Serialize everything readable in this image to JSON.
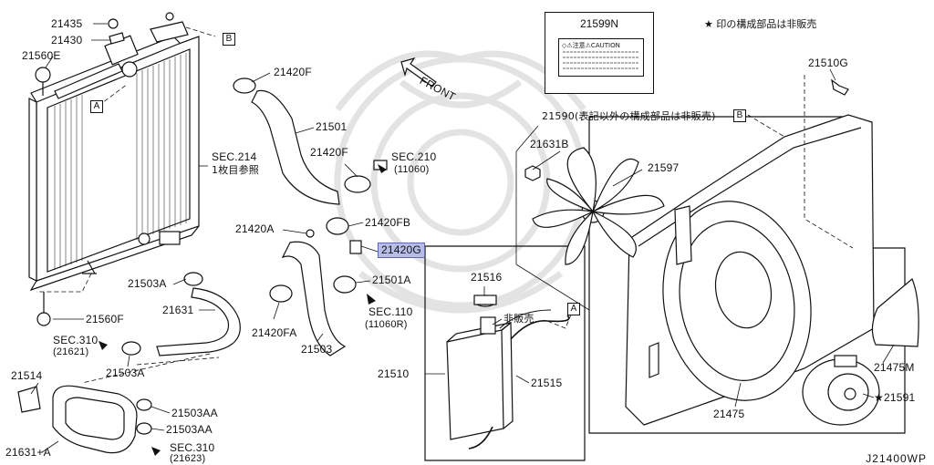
{
  "diagram": {
    "code": "J21400WP",
    "note": "★ 印の構成部品は非販売",
    "front_label": "FRONT",
    "label_card": {
      "part": "21599N",
      "caution_text": "◇⚠注意⚠CAUTION"
    },
    "box_a": "A",
    "box_b": "B",
    "parts": {
      "p21435": "21435",
      "p21430": "21430",
      "p21560e": "21560E",
      "p21420f_top": "21420F",
      "p21501": "21501",
      "p21420f_mid": "21420F",
      "sec210": "SEC.210",
      "sec210_ref": "(11060)",
      "sec214": "SEC.214",
      "sec214_sub": "1枚目参照",
      "p21420a": "21420A",
      "p21420fb": "21420FB",
      "p21420g": "21420G",
      "p21501a": "21501A",
      "sec110": "SEC.110",
      "sec110_ref": "(11060R)",
      "p21420fa": "21420FA",
      "p21503": "21503",
      "p21503a_top": "21503A",
      "p21631": "21631",
      "p21560f": "21560F",
      "sec310_a": "SEC.310",
      "sec310_a_ref": "(21621)",
      "p21503a_bot": "21503A",
      "p21514": "21514",
      "p21503aa_1": "21503AA",
      "p21503aa_2": "21503AA",
      "p21631a": "21631+A",
      "sec310_b": "SEC.310",
      "sec310_b_ref": "(21623)",
      "p21516": "21516",
      "not_sold": "非販売",
      "p21510": "21510",
      "p21515": "21515",
      "p21510g": "21510G",
      "p21590": "21590(表記以外の構成部品は非販売)",
      "p21631b": "21631B",
      "p21597": "21597",
      "p21475m": "21475M",
      "p21475": "21475",
      "p21591": "★21591"
    }
  },
  "colors": {
    "highlight": "#b7bde9",
    "line": "#111111",
    "watermark": "#e6e6e6"
  }
}
